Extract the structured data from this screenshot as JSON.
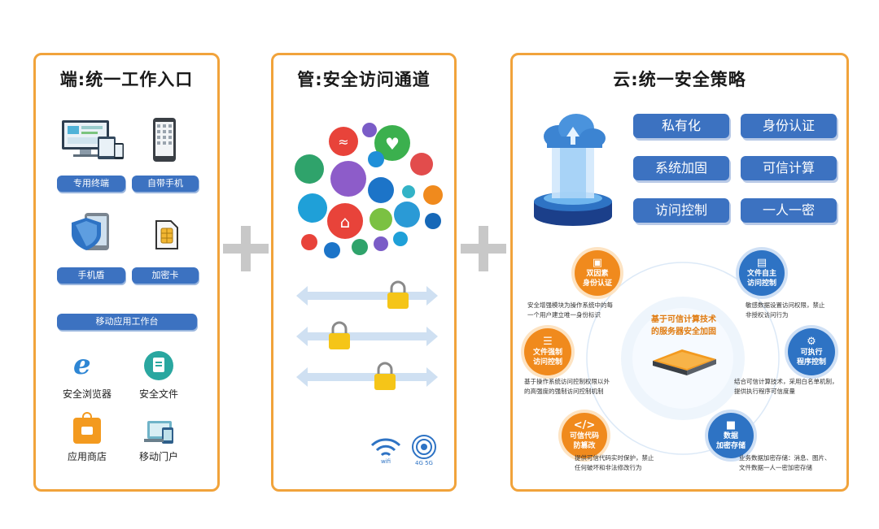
{
  "panels": {
    "left": {
      "title": "端:统一工作入口",
      "devices": [
        "专用终端",
        "自带手机",
        "手机盾",
        "加密卡"
      ],
      "workbench": "移动应用工作台",
      "apps": [
        "安全浏览器",
        "安全文件",
        "应用商店",
        "移动门户"
      ]
    },
    "middle": {
      "title": "管:安全访问通道",
      "wifi_label": "wifi",
      "cellular_label": "4G 5G"
    },
    "right": {
      "title": "云:统一安全策略",
      "tags": [
        "私有化",
        "身份认证",
        "系统加固",
        "可信计算",
        "访问控制",
        "一人一密"
      ],
      "center_text": [
        "基于可信计算技术",
        "的服务器安全加固"
      ],
      "nodes": [
        {
          "label": [
            "双因素",
            "身份认证"
          ],
          "desc": [
            "安全增强模块为操作系统中的每",
            "一个用户建立唯一身份标识"
          ]
        },
        {
          "label": [
            "文件自主",
            "访问控制"
          ],
          "desc": [
            "敏感数据设置访问权限，禁止",
            "非授权访问行为"
          ]
        },
        {
          "label": [
            "文件强制",
            "访问控制"
          ],
          "desc": [
            "基于操作系统访问控制权限以外",
            "的高强度的强制访问控制机制"
          ]
        },
        {
          "label": [
            "可执行",
            "程序控制"
          ],
          "desc": [
            "结合可信计算技术，采用白名单机制，",
            "提供执行程序可信度量"
          ]
        },
        {
          "label": [
            "可信代码",
            "防篡改"
          ],
          "desc": [
            "提供可信代码实时保护，禁止",
            "任何破坏和非法修改行为"
          ]
        },
        {
          "label": [
            "数据",
            "加密存储"
          ],
          "desc": [
            "业务数据加密存储：消息、图片、",
            "文件数据一人一密加密存储"
          ]
        }
      ]
    }
  },
  "colors": {
    "border": "#f1a33b",
    "blue": "#3c72c1",
    "orange": "#f08a1d",
    "plus": "#c8c8c8"
  }
}
